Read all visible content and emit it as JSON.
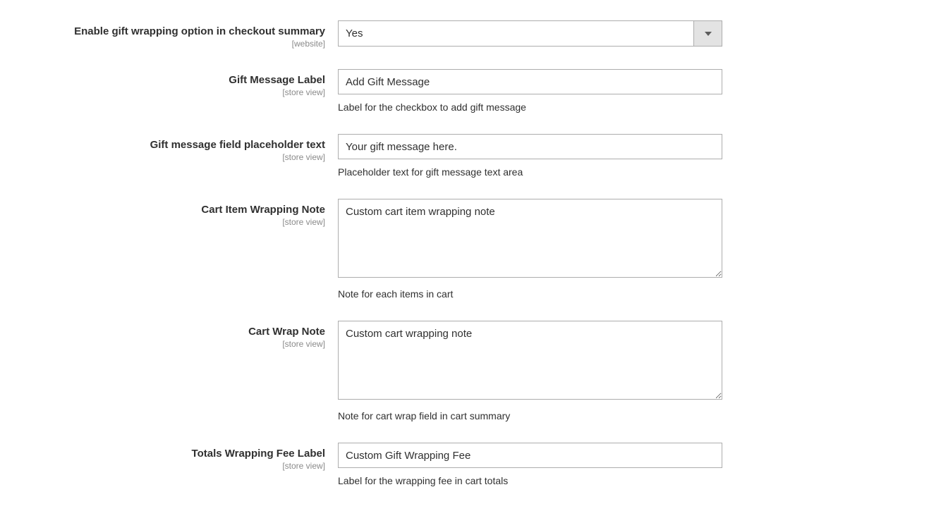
{
  "colors": {
    "text": "#303030",
    "scope_label": "#8a8a8a",
    "input_border": "#adadad",
    "select_button_bg": "#e3e3e3",
    "background": "#ffffff"
  },
  "fields": [
    {
      "label": "Enable gift wrapping option in checkout summary",
      "scope": "[website]",
      "type": "select",
      "value": "Yes"
    },
    {
      "label": "Gift Message Label",
      "scope": "[store view]",
      "type": "text",
      "value": "Add Gift Message",
      "note": "Label for the checkbox to add gift message"
    },
    {
      "label": "Gift message field placeholder text",
      "scope": "[store view]",
      "type": "text",
      "value": "Your gift message here.",
      "note": "Placeholder text for gift message text area"
    },
    {
      "label": "Cart Item Wrapping Note",
      "scope": "[store view]",
      "type": "textarea",
      "value": "Custom cart item wrapping note",
      "note": "Note for each items in cart"
    },
    {
      "label": "Cart Wrap Note",
      "scope": "[store view]",
      "type": "textarea",
      "value": "Custom cart wrapping note",
      "note": "Note for cart wrap field in cart summary"
    },
    {
      "label": "Totals Wrapping Fee Label",
      "scope": "[store view]",
      "type": "text",
      "value": "Custom Gift Wrapping Fee",
      "note": "Label for the wrapping fee in cart totals"
    }
  ]
}
